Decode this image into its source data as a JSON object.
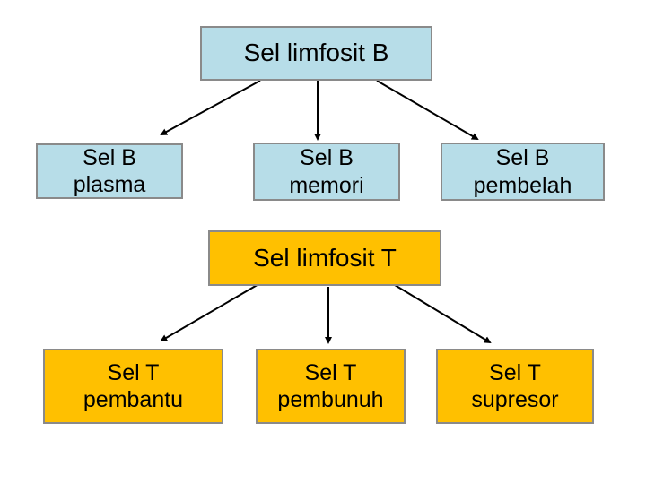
{
  "colors": {
    "b_cell_fill": "#b7dde8",
    "t_cell_fill": "#ffc000",
    "border": "#8a8a8a",
    "connector": "#000000"
  },
  "b_group": {
    "root": "Sel limfosit B",
    "children": [
      {
        "line1": "Sel B",
        "line2": "plasma"
      },
      {
        "line1": "Sel B",
        "line2": "memori"
      },
      {
        "line1": "Sel B",
        "line2": "pembelah"
      }
    ]
  },
  "t_group": {
    "root": "Sel limfosit T",
    "children": [
      {
        "line1": "Sel T",
        "line2": "pembantu"
      },
      {
        "line1": "Sel T",
        "line2": "pembunuh"
      },
      {
        "line1": "Sel T",
        "line2": "supresor"
      }
    ]
  }
}
